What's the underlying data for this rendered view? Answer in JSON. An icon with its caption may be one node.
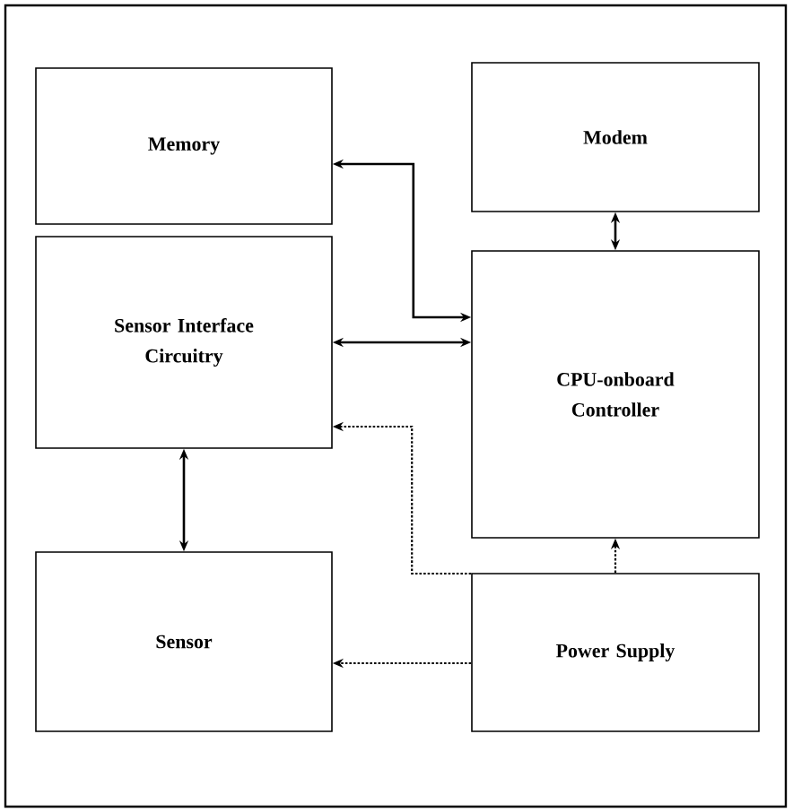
{
  "diagram": {
    "nodes": [
      {
        "text": [
          "Memory"
        ]
      },
      {
        "text": [
          "Modem"
        ]
      },
      {
        "text": [
          "Sensor Interface Circuitry"
        ]
      },
      {
        "text": [
          "CPU-onboard Controller"
        ]
      },
      {
        "text": [
          "Sensor"
        ]
      },
      {
        "text": [
          "Power Supply"
        ]
      }
    ],
    "edges": [
      {
        "from": 0,
        "to": 3,
        "arrow": "both"
      },
      {
        "from": 1,
        "to": 3,
        "arrow": "both"
      },
      {
        "from": 2,
        "to": 3,
        "arrow": "both"
      },
      {
        "from": 2,
        "to": 4,
        "arrow": "both"
      },
      {
        "from": 5,
        "to": 2,
        "arrow": "to",
        "style": "dashed"
      },
      {
        "from": 5,
        "to": 3,
        "arrow": "to",
        "style": "dashed"
      },
      {
        "from": 5,
        "to": 4,
        "arrow": "to",
        "style": "dashed"
      }
    ]
  }
}
